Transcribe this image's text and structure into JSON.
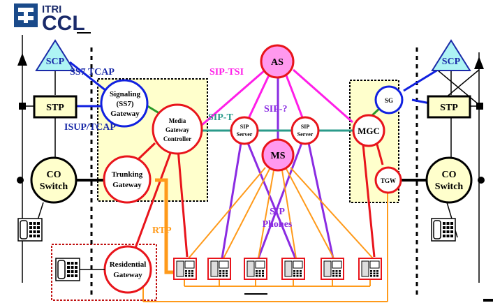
{
  "logo": {
    "line1": "ITRI",
    "line2": "CCL"
  },
  "nodes": {
    "scp_left": "SCP",
    "scp_right": "SCP",
    "stp_left": "STP",
    "stp_right": "STP",
    "signaling_gateway": [
      "Signaling",
      "(SS7)",
      "Gateway"
    ],
    "mgc_box": [
      "Media",
      "Gateway",
      "Controller"
    ],
    "as": "AS",
    "sip_server_left": [
      "SIP",
      "Server"
    ],
    "sip_server_right": [
      "SIP",
      "Server"
    ],
    "ms": "MS",
    "mgc_right": "MGC",
    "sg": "SG",
    "tgw": "TGW",
    "co_switch_left": [
      "CO",
      "Switch"
    ],
    "co_switch_right": [
      "CO",
      "Switch"
    ],
    "trunking_gateway": [
      "Trunking",
      "Gateway"
    ],
    "residential_gateway": [
      "Residential",
      "Gateway"
    ]
  },
  "labels": {
    "ss7_tcap": "SS7 TCAP",
    "isup_tcap": "ISUP/TCAP",
    "sip_tsi": "SIP-TSI",
    "sip_t": "SIP-T",
    "sip_q": "SIP-?",
    "rtp": "RTP",
    "sip_phones": [
      "SIP",
      "Phones"
    ]
  },
  "colors": {
    "red": "#e8141b",
    "magenta": "#ff1ee8",
    "purple": "#8a2be2",
    "teal": "#2a9a8a",
    "orange": "#ff9a1a",
    "blue": "#1020e0",
    "green": "#2a9a2a",
    "pale_yellow": "#ffffcc",
    "cyan": "#aef4f4",
    "pink": "#ff99ee",
    "navy": "#1a2aa8"
  }
}
